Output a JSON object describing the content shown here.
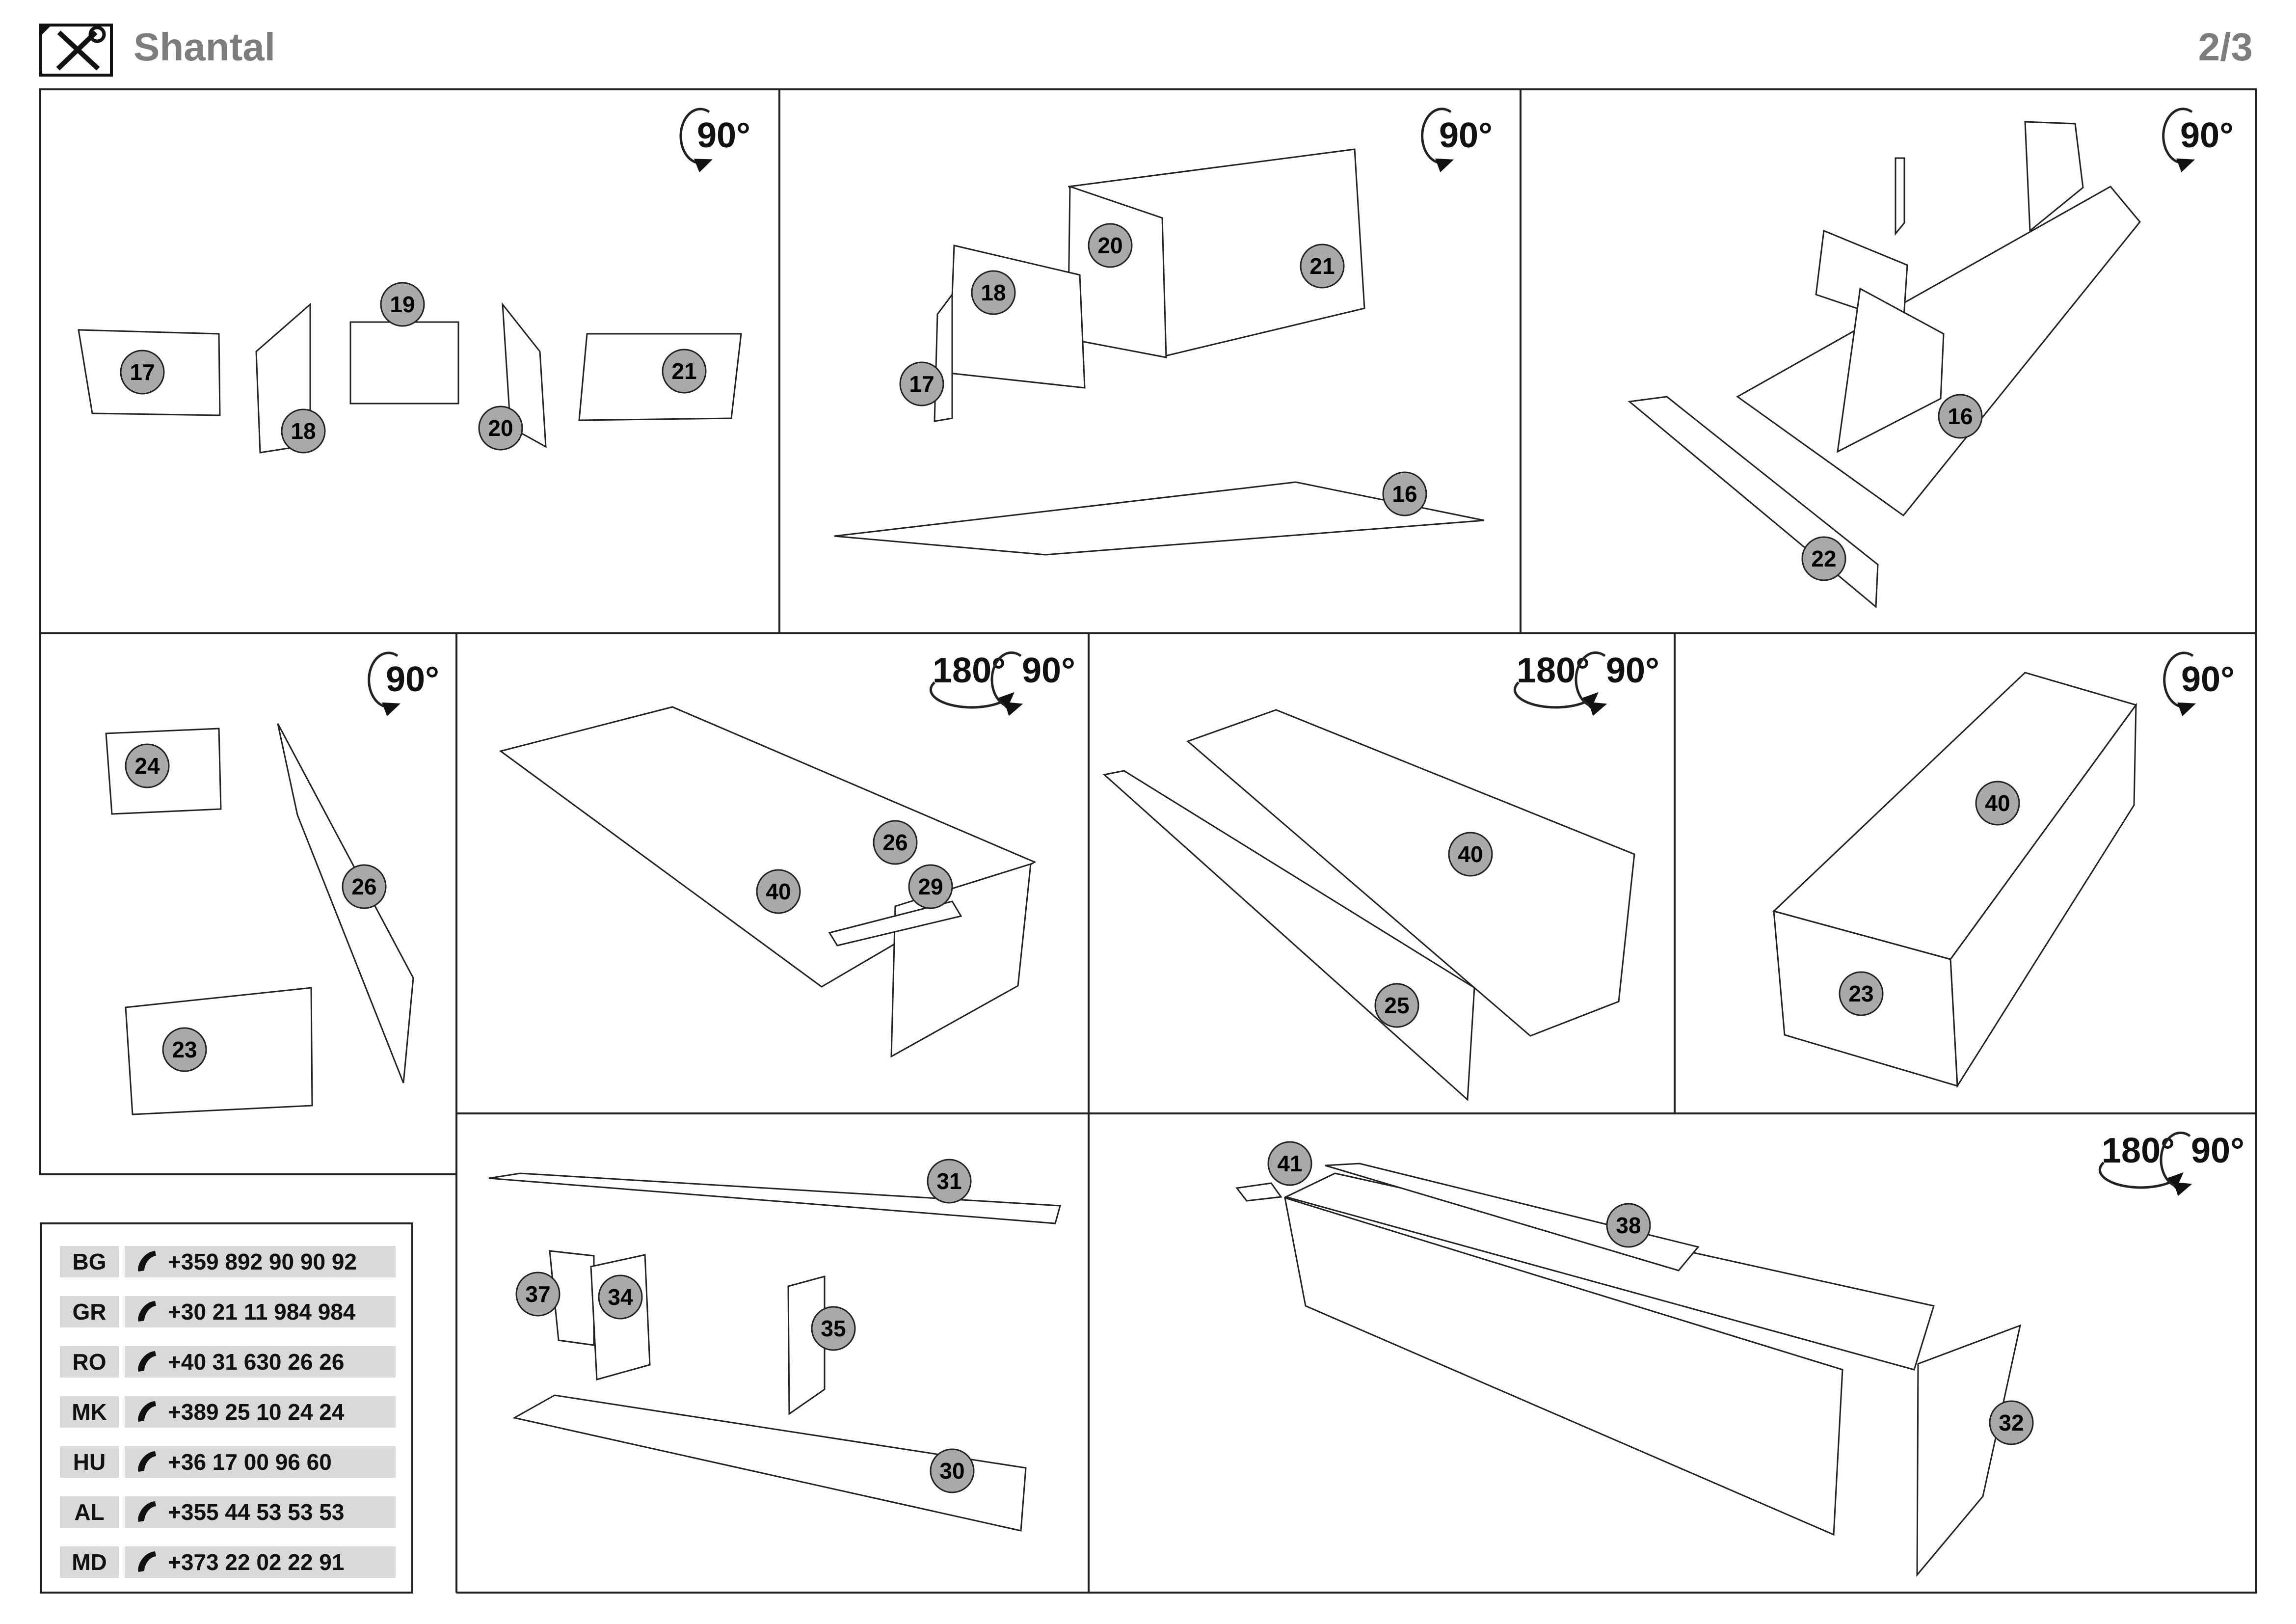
{
  "header": {
    "title": "Shantal",
    "page_number": "2/3",
    "logo_icon": "wrench-screwdriver-icon"
  },
  "colors": {
    "line": "#222222",
    "part_fill": "#a9a9a9",
    "contact_bg": "#d9d9d9",
    "title_gray": "#7d7d7d"
  },
  "steps": {
    "s1": {
      "rot": "90°",
      "parts": [
        "17",
        "19",
        "21",
        "18",
        "20"
      ]
    },
    "s2": {
      "rot": "90°",
      "parts": [
        "20",
        "21",
        "18",
        "17",
        "16"
      ]
    },
    "s3": {
      "rot": "90°",
      "parts": [
        "16",
        "22"
      ]
    },
    "s4": {
      "rot": "90°",
      "parts": [
        "24",
        "26",
        "23"
      ]
    },
    "s5": {
      "rot1": "180°",
      "rot2": "90°",
      "parts": [
        "26",
        "40",
        "29"
      ]
    },
    "s6": {
      "rot1": "180°",
      "rot2": "90°",
      "parts": [
        "40",
        "25"
      ]
    },
    "s7": {
      "rot": "90°",
      "parts": [
        "40",
        "23"
      ]
    },
    "s8": {
      "parts": [
        "31",
        "37",
        "34",
        "35",
        "30"
      ]
    },
    "s9": {
      "rot1": "180°",
      "rot2": "90°",
      "parts": [
        "41",
        "38",
        "32"
      ]
    }
  },
  "contacts": [
    {
      "code": "BG",
      "phone": "+359 892 90 90 92"
    },
    {
      "code": "GR",
      "phone": "+30 21 11 984 984"
    },
    {
      "code": "RO",
      "phone": "+40 31 630 26 26"
    },
    {
      "code": "MK",
      "phone": "+389 25 10 24 24"
    },
    {
      "code": "HU",
      "phone": "+36 17 00 96 60"
    },
    {
      "code": "AL",
      "phone": "+355 44 53 53 53"
    },
    {
      "code": "MD",
      "phone": "+373 22 02 22 91"
    }
  ],
  "contact_icon": "phone-handset-icon"
}
